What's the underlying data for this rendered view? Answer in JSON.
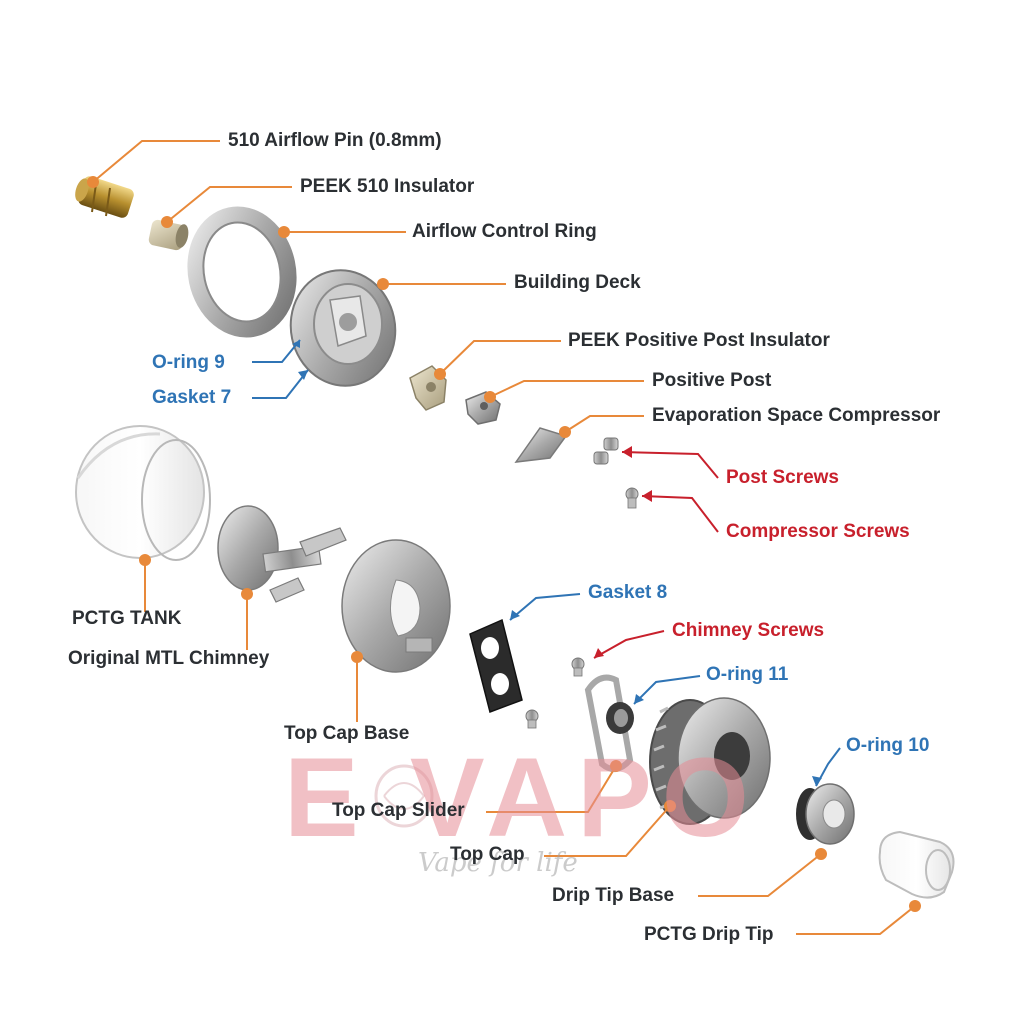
{
  "labels": {
    "airflow_pin": "510 Airflow Pin (0.8mm)",
    "peek_510_insulator": "PEEK 510 Insulator",
    "airflow_control_ring": "Airflow Control Ring",
    "building_deck": "Building Deck",
    "oring_9": "O-ring 9",
    "gasket_7": "Gasket 7",
    "peek_positive_post_insulator": "PEEK Positive Post Insulator",
    "positive_post": "Positive Post",
    "evaporation_space_compressor": "Evaporation Space Compressor",
    "post_screws": "Post Screws",
    "compressor_screws": "Compressor Screws",
    "pctg_tank": "PCTG TANK",
    "original_mtl_chimney": "Original MTL Chimney",
    "gasket_8": "Gasket 8",
    "chimney_screws": "Chimney Screws",
    "oring_11": "O-ring 11",
    "top_cap_base": "Top Cap Base",
    "oring_10": "O-ring 10",
    "top_cap_slider": "Top Cap Slider",
    "top_cap": "Top Cap",
    "drip_tip_base": "Drip Tip Base",
    "pctg_drip_tip": "PCTG Drip Tip"
  },
  "watermark": {
    "brand": "E VAPO",
    "tagline": "Vape for life"
  },
  "colors": {
    "leader_orange": "#e8893a",
    "label_dark": "#2b2f33",
    "label_blue": "#2f74b5",
    "label_red": "#c8202c",
    "watermark_pink": "#e68c96"
  }
}
